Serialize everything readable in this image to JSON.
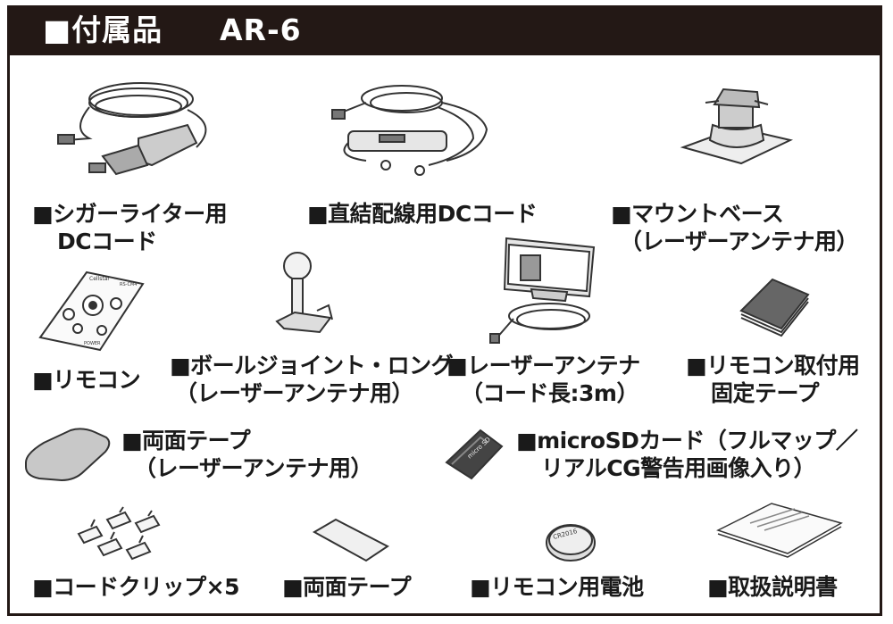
{
  "header": {
    "title": "■付属品",
    "model": "AR-6"
  },
  "items": [
    {
      "line1": "■シガーライター用",
      "line2": "DCコード",
      "icon": "cigarette-lighter-cord-icon"
    },
    {
      "line1": "■直結配線用DCコード",
      "line2": "",
      "icon": "direct-wiring-cord-icon"
    },
    {
      "line1": "■マウントベース",
      "line2": "（レーザーアンテナ用）",
      "icon": "mount-base-icon"
    },
    {
      "line1": "■リモコン",
      "line2": "",
      "icon": "remote-control-icon"
    },
    {
      "line1": "■ボールジョイント・ロング",
      "line2": "（レーザーアンテナ用）",
      "icon": "ball-joint-icon"
    },
    {
      "line1": "■レーザーアンテナ",
      "line2": "（コード長:3m）",
      "icon": "laser-antenna-icon"
    },
    {
      "line1": "■リモコン取付用",
      "line2": "固定テープ",
      "icon": "remote-fixing-tape-icon"
    },
    {
      "line1": "■両面テープ",
      "line2": "（レーザーアンテナ用）",
      "icon": "antenna-double-sided-tape-icon"
    },
    {
      "line1": "■microSDカード（フルマップ／",
      "line2": "リアルCG警告用画像入り）",
      "icon": "microsd-card-icon"
    },
    {
      "line1": "■コードクリップ×5",
      "line2": "",
      "icon": "cord-clip-icon"
    },
    {
      "line1": "■両面テープ",
      "line2": "",
      "icon": "double-sided-tape-icon"
    },
    {
      "line1": "■リモコン用電池",
      "line2": "",
      "icon": "battery-icon"
    },
    {
      "line1": "■取扱説明書",
      "line2": "",
      "icon": "manual-icon"
    }
  ],
  "illustration_text": {
    "remote_brand": "Cellstar",
    "remote_model": "RS-CM4",
    "remote_power": "POWER",
    "battery_model": "CR2016",
    "sd_label": "micro SD"
  }
}
